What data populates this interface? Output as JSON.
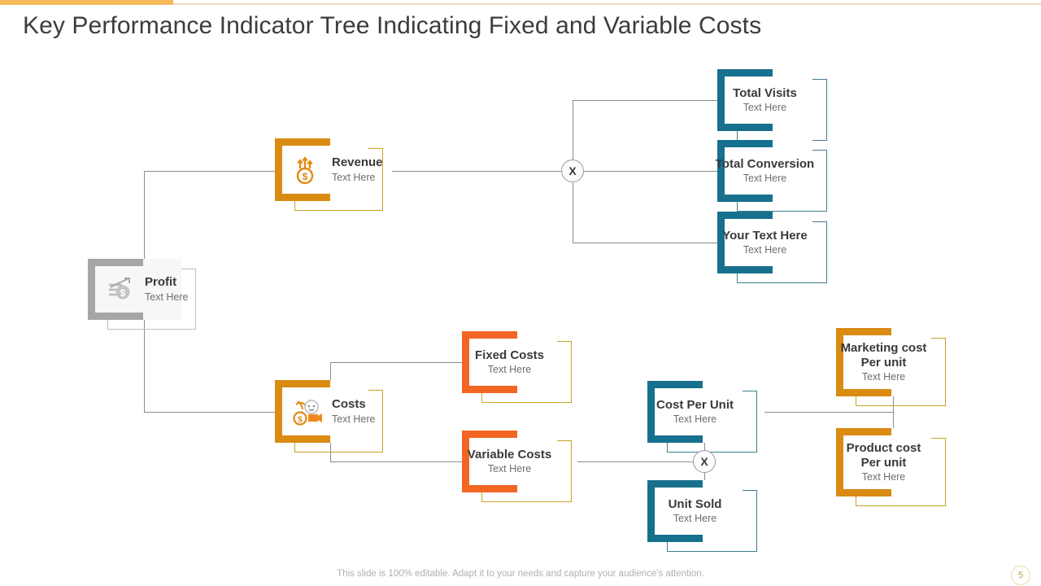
{
  "slide": {
    "title": "Key Performance Indicator Tree Indicating Fixed and Variable Costs",
    "footer_note": "This slide is 100% editable. Adapt it to your needs and capture your audience's attention.",
    "page_number": "5"
  },
  "colors": {
    "top_accent": "#F5B95A",
    "top_line": "#EBDFC4",
    "amber": "#D98B12",
    "teal": "#17708D",
    "red_orange": "#F26522",
    "gray": "#A6A6A6",
    "connector": "#8C8C8C",
    "title_text": "#3C3C3C",
    "sub_text": "#6E6E6E"
  },
  "nodes": {
    "profit": {
      "title": "Profit",
      "sub": "Text Here",
      "icon": "profit-growth-money-icon"
    },
    "revenue": {
      "title": "Revenue",
      "sub": "Text Here",
      "icon": "revenue-arrows-coin-icon"
    },
    "costs": {
      "title": "Costs",
      "sub": "Text Here",
      "icon": "costs-money-flow-icon"
    },
    "total_visits": {
      "title": "Total Visits",
      "sub": "Text Here"
    },
    "total_conversion": {
      "title": "Total Conversion",
      "sub": "Text Here"
    },
    "your_text_here": {
      "title": "Your Text Here",
      "sub": "Text Here"
    },
    "fixed_costs": {
      "title": "Fixed Costs",
      "sub": "Text Here"
    },
    "variable_costs": {
      "title": "Variable Costs",
      "sub": "Text Here"
    },
    "cost_per_unit": {
      "title": "Cost Per Unit",
      "sub": "Text Here"
    },
    "unit_sold": {
      "title": "Unit Sold",
      "sub": "Text Here"
    },
    "marketing_cost": {
      "title_line1": "Marketing cost",
      "title_line2": "Per unit",
      "sub": "Text Here"
    },
    "product_cost": {
      "title_line1": "Product cost",
      "title_line2": "Per unit",
      "sub": "Text Here"
    }
  },
  "operators": {
    "revenue_multiplier": "X",
    "costs_multiplier": "X"
  }
}
